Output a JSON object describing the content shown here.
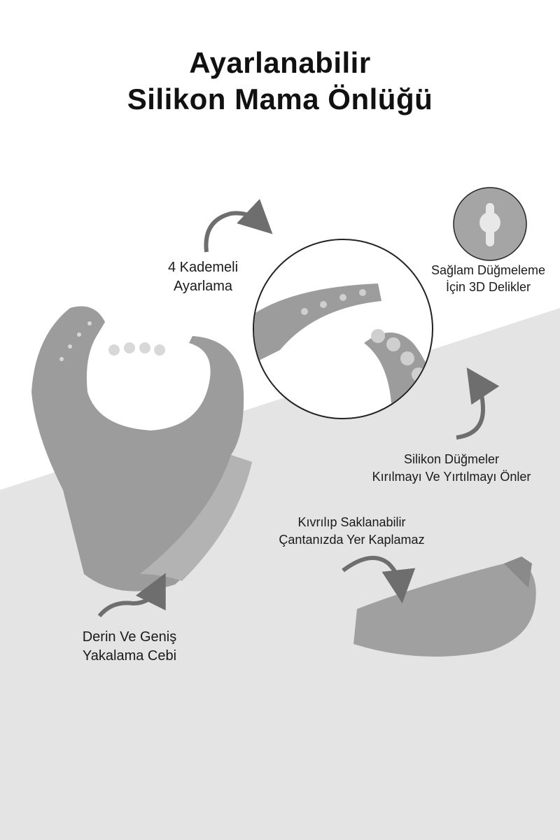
{
  "title": {
    "line1": "Ayarlanabilir",
    "line2": "Silikon Mama Önlüğü"
  },
  "labels": {
    "adjust": {
      "line1": "4 Kademeli",
      "line2": "Ayarlama"
    },
    "holes": {
      "line1": "Sağlam Düğmeleme",
      "line2": "İçin 3D Delikler"
    },
    "buttons": {
      "line1": "Silikon Düğmeler",
      "line2": "Kırılmayı Ve Yırtılmayı Önler"
    },
    "fold": {
      "line1": "Kıvrılıp Saklanabilir",
      "line2": "Çantanızda Yer Kaplamaz"
    },
    "pocket": {
      "line1": "Derin Ve Geniş",
      "line2": "Yakalama Cebi"
    }
  },
  "colors": {
    "product": "#9c9c9c",
    "background_lower": "#e4e4e4",
    "arrow": "#6e6e6e"
  }
}
